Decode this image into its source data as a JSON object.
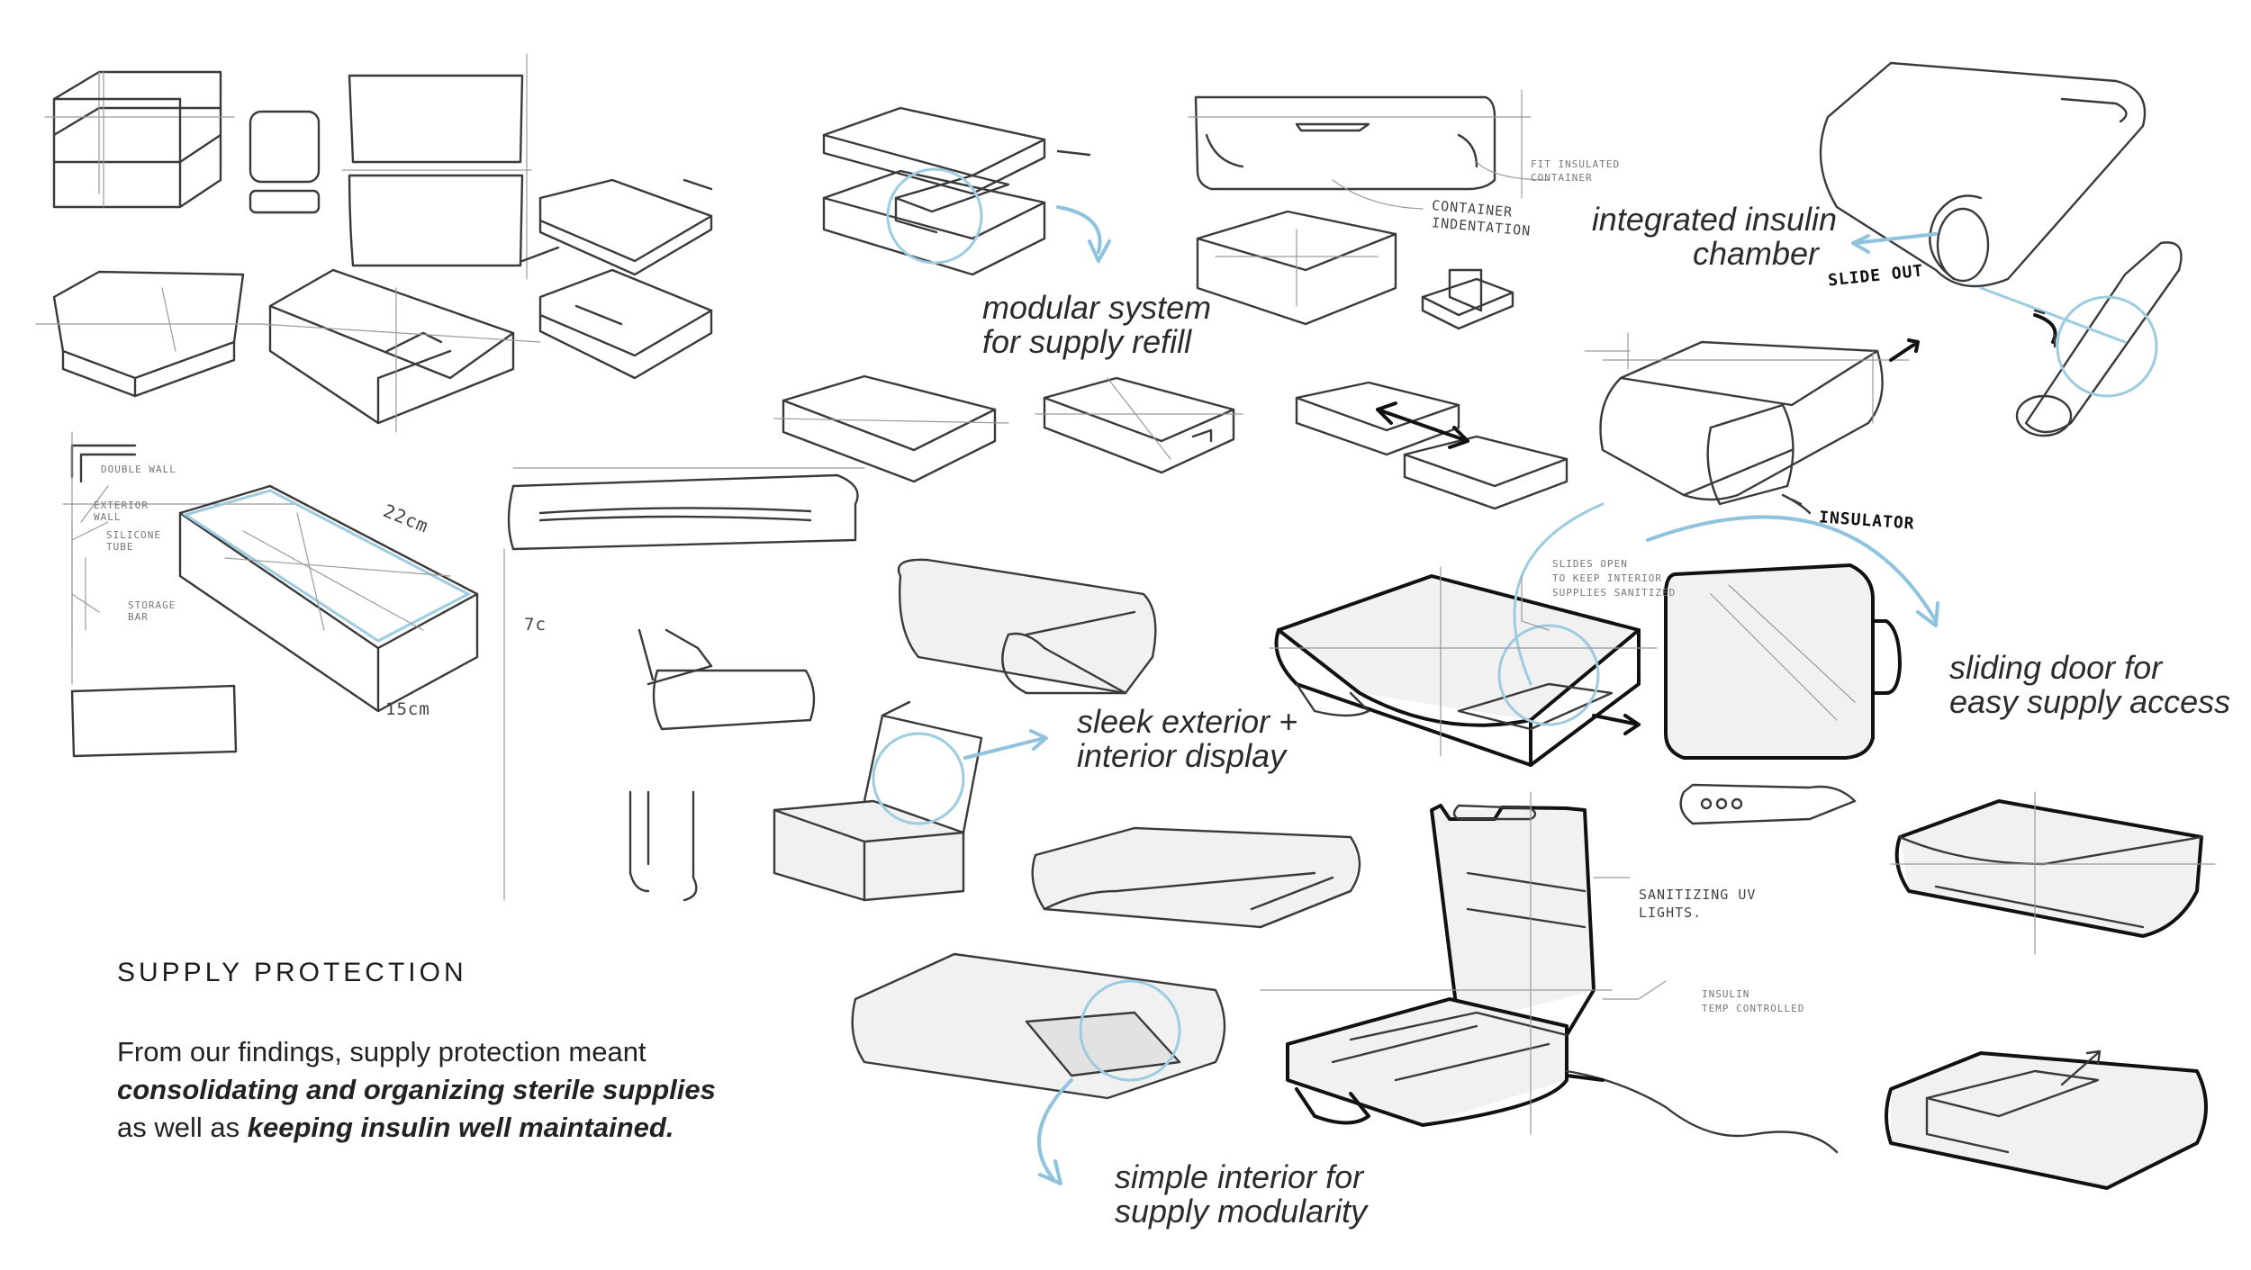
{
  "section": {
    "heading": "SUPPLY PROTECTION",
    "body_prefix": "From our findings, supply protection meant",
    "emphasis_1": "consolidating and organizing sterile supplies",
    "body_middle": "as well as",
    "emphasis_2": "keeping insulin well maintained."
  },
  "notes": {
    "modular_1": "modular system",
    "modular_2": "for supply refill",
    "integrated_1": "integrated insulin",
    "integrated_2": "chamber",
    "sleek_1": "sleek exterior +",
    "sleek_2": "interior display",
    "sliding_1": "sliding door for",
    "sliding_2": "easy supply access",
    "simple_1": "simple interior for",
    "simple_2": "supply modularity"
  },
  "handwritten": {
    "slide_out": "SLIDE OUT",
    "insulator": "INSULATOR",
    "container_1": "CONTAINER",
    "container_2": "INDENTATION",
    "insulated_1": "FIT INSULATED",
    "insulated_2": "CONTAINER",
    "slides_1": "SLIDES OPEN",
    "slides_2": "TO KEEP INTERIOR",
    "slides_3": "SUPPLIES SANITIZED",
    "uv_1": "SANITIZING UV",
    "uv_2": "LIGHTS.",
    "insulin_1": "INSULIN",
    "insulin_2": "TEMP CONTROLLED",
    "double_wall": "DOUBLE WALL",
    "exterior_1": "EXTERIOR",
    "exterior_2": "WALL",
    "silicone_1": "SILICONE",
    "silicone_2": "TUBE",
    "storage_1": "STORAGE",
    "storage_2": "BAR",
    "dim_22": "22cm",
    "dim_15": "15cm",
    "dim_7": "7c"
  },
  "colors": {
    "accent_blue": "#9dcbe0",
    "ink": "#3a3a3a",
    "text": "#222222"
  }
}
